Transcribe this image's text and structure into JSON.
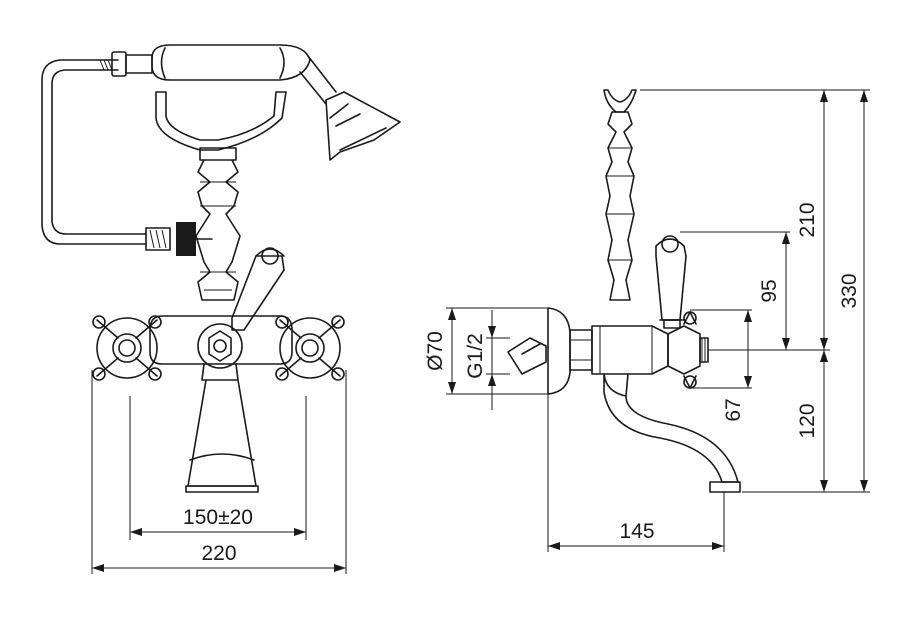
{
  "front_view": {
    "dim_inlet_spacing": "150±20",
    "dim_overall_width": "220"
  },
  "side_view": {
    "dim_flange_diameter": "Ø70",
    "dim_thread": "G1/2",
    "dim_spout_projection": "145",
    "dim_handle_height": "95",
    "dim_valve_offset": "67",
    "dim_upper_height": "210",
    "dim_lower_height": "120",
    "dim_total_height": "330"
  },
  "colors": {
    "line": "#1a1a1a",
    "background": "#ffffff"
  }
}
